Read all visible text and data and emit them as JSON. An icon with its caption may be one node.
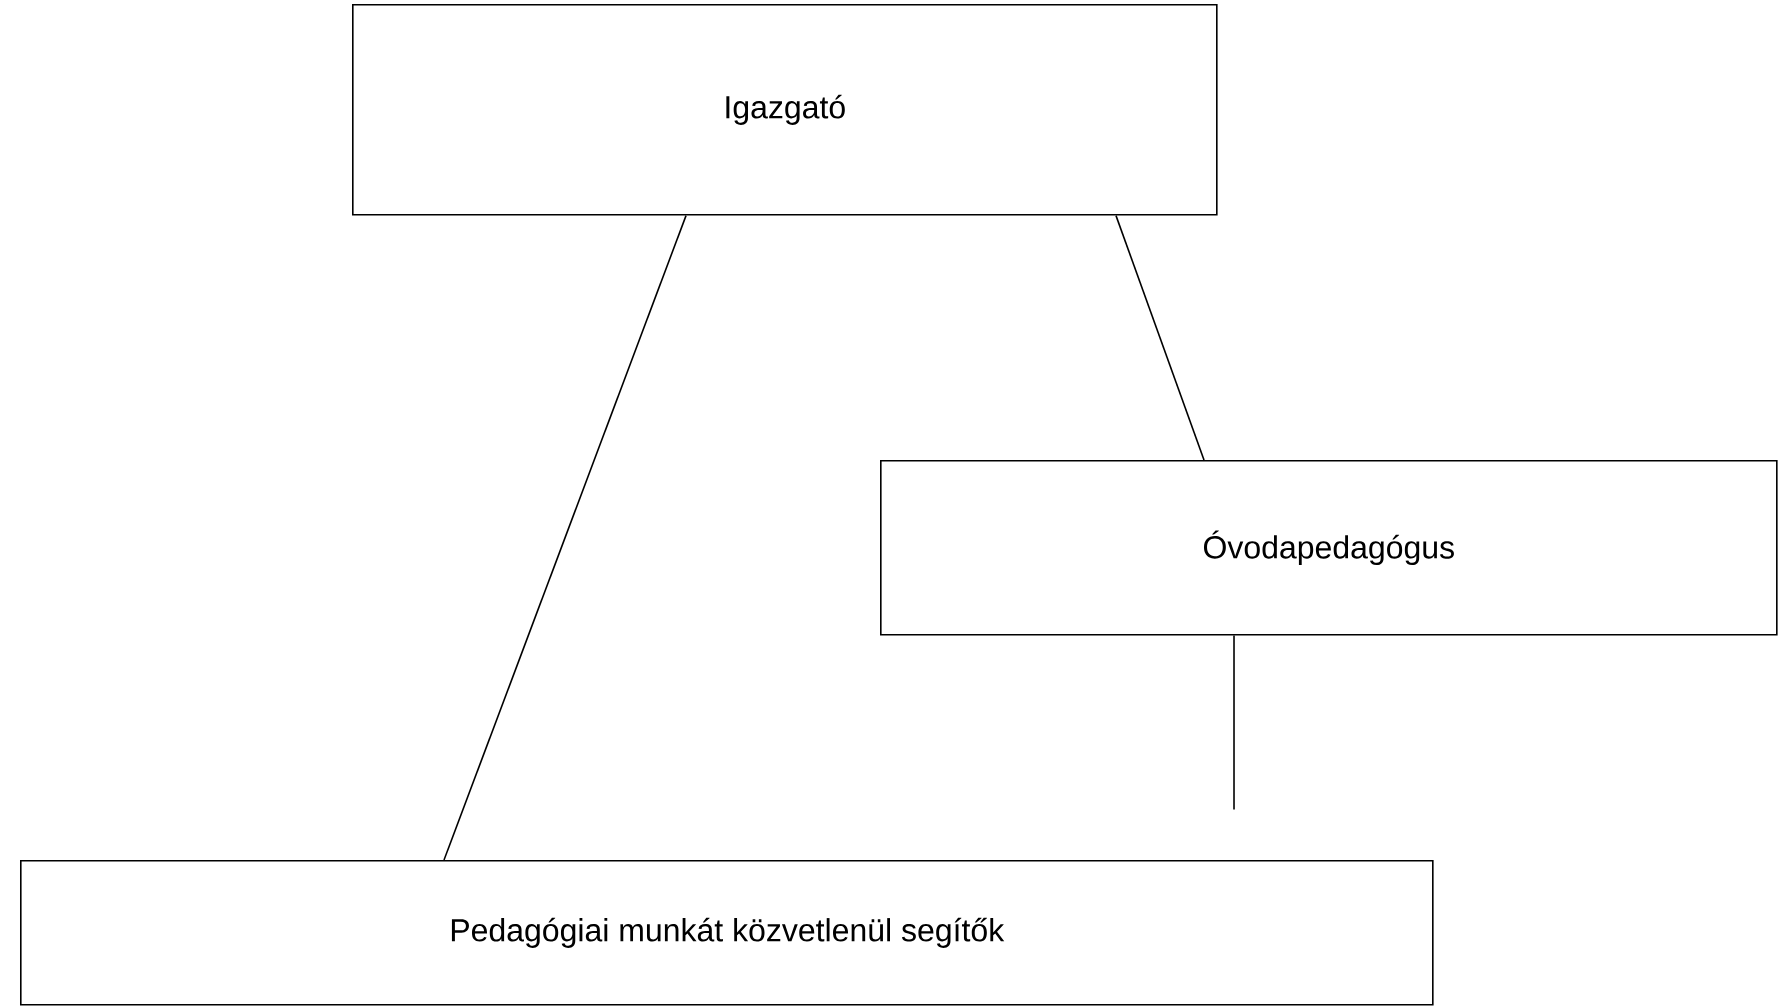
{
  "diagram": {
    "nodes": [
      {
        "text": [
          "Igazgató"
        ]
      },
      {
        "text": [
          "Óvodapedagógus"
        ]
      },
      {
        "text": [
          "Pedagógiai munkát közvetlenül segítők"
        ]
      }
    ],
    "edges": [
      {
        "from": 0,
        "to": 2,
        "arrow": "none"
      },
      {
        "from": 0,
        "to": 1,
        "arrow": "none"
      },
      {
        "from": 1,
        "to": null,
        "arrow": "none"
      }
    ]
  }
}
